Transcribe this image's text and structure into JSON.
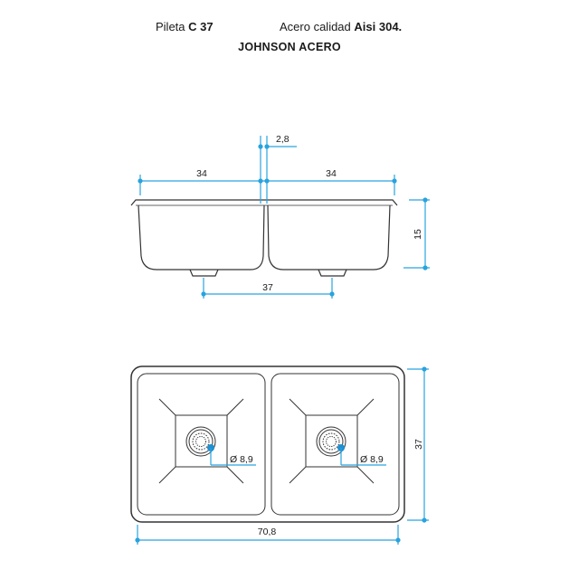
{
  "header": {
    "product_prefix": "Pileta",
    "product_model": "C 37",
    "material_prefix": "Acero calidad",
    "material_grade": "Aisi 304.",
    "brand": "JOHNSON ACERO"
  },
  "section_view": {
    "dim_gap": "2,8",
    "dim_left_bowl_width": "34",
    "dim_right_bowl_width": "34",
    "dim_depth": "15",
    "dim_drain_spacing": "37"
  },
  "plan_view": {
    "dim_drain_left": "Ø 8,9",
    "dim_drain_right": "Ø 8,9",
    "dim_total_width": "70,8",
    "dim_total_depth": "37"
  },
  "colors": {
    "dimension": "#29a3df",
    "outline": "#333333",
    "drain_marker": "#1f8fd1"
  }
}
